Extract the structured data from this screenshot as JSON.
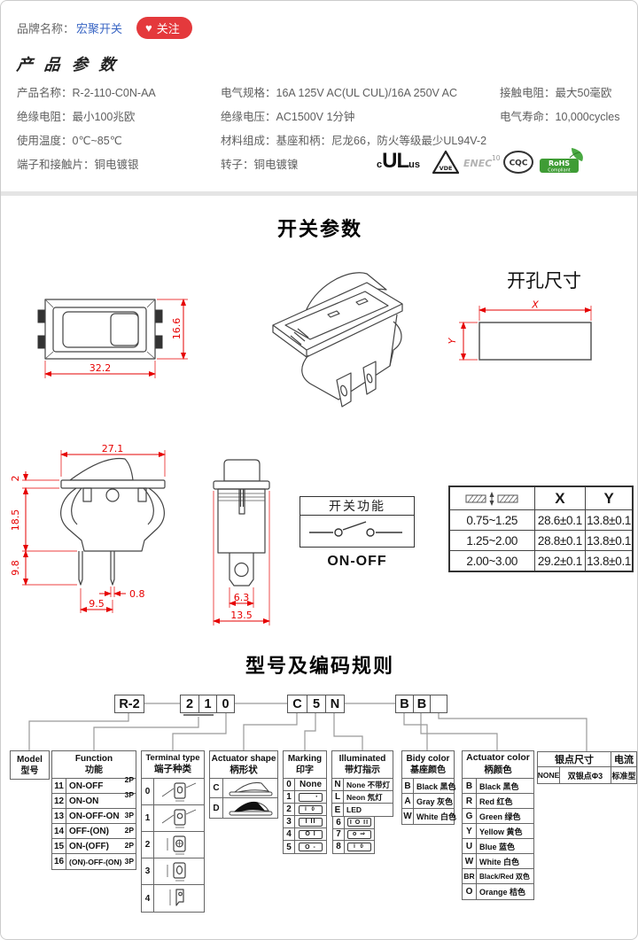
{
  "colors": {
    "accent_red": "#e4393c",
    "link_blue": "#3a66c4",
    "dimension_red": "#e60000",
    "rohs_green": "#3f9c35"
  },
  "header": {
    "brand_label": "品牌名称：",
    "brand_name": "宏聚开关",
    "follow_button": "关注",
    "heart_icon": "♥"
  },
  "product": {
    "section_title": "产品参数",
    "specs_col1": [
      "产品名称：R-2-110-C0N-AA",
      "绝缘电阻：最小100兆欧",
      "使用温度：0℃~85℃",
      "端子和接触片：铜电镀银"
    ],
    "specs_col2": [
      "电气规格：16A 125V AC(UL CUL)/16A 250V AC",
      "绝缘电压：AC1500V 1分钟",
      "材料组成：基座和柄：尼龙66，防火等级最少UL94V-2",
      "转子：铜电镀镍"
    ],
    "specs_col3": [
      "接触电阻：最大50毫欧",
      "电气寿命：10,000cycles"
    ],
    "certifications": {
      "ul_prefix": "c",
      "ul_mark": "UL",
      "ul_suffix": "us",
      "vde": "VDE",
      "enec": "ENEC",
      "enec_num": "10",
      "cqc": "CQC",
      "rohs_line1": "RoHS",
      "rohs_line2": "Compliant"
    }
  },
  "switch_params": {
    "section_title": "开关参数",
    "top_view": {
      "width": "32.2",
      "height": "16.6"
    },
    "hole": {
      "title": "开孔尺寸",
      "x": "X",
      "y": "Y"
    },
    "side_view": {
      "width": "27.1",
      "lip": "2",
      "body": "18.5",
      "pin_len": "9.8",
      "pin_w": "0.8",
      "pin_gap": "9.5"
    },
    "end_view": {
      "stem": "6.3",
      "flange": "13.5"
    },
    "function_box": {
      "title": "开关功能",
      "label": "ON-OFF"
    },
    "panel_table": {
      "col_x": "X",
      "col_y": "Y",
      "rows": [
        [
          "0.75~1.25",
          "28.6±0.1",
          "13.8±0.1"
        ],
        [
          "1.25~2.00",
          "28.8±0.1",
          "13.8±0.1"
        ],
        [
          "2.00~3.00",
          "29.2±0.1",
          "13.8±0.1"
        ]
      ]
    }
  },
  "coding": {
    "section_title": "型号及编码规则",
    "code": {
      "model": "R-2",
      "digits": [
        "2",
        "1",
        "0"
      ],
      "letters": [
        "C",
        "5",
        "N"
      ],
      "colors": [
        "B",
        "B",
        ""
      ]
    },
    "model_box": {
      "en": "Model",
      "cn": "型号"
    },
    "function": {
      "en": "Function",
      "cn": "功能",
      "rows": [
        {
          "code": "11",
          "label": "ON-OFF",
          "poles": "2P"
        },
        {
          "code": "12",
          "label": "ON-ON",
          "poles": "3P"
        },
        {
          "code": "13",
          "label": "ON-OFF-ON",
          "poles": "3P"
        },
        {
          "code": "14",
          "label": "OFF-(ON)",
          "poles": "2P"
        },
        {
          "code": "15",
          "label": "ON-(OFF)",
          "poles": "2P"
        },
        {
          "code": "16",
          "label": "(ON)-OFF-(ON)",
          "poles": "3P"
        }
      ]
    },
    "terminal": {
      "en": "Terminal type",
      "cn": "端子种类",
      "rows": [
        "0",
        "1",
        "2",
        "3",
        "4"
      ]
    },
    "actuator_shape": {
      "en": "Actuator shape",
      "cn": "柄形状",
      "rows": [
        "C",
        "D"
      ]
    },
    "marking": {
      "en": "Marking",
      "cn": "印字",
      "rows": [
        {
          "code": "0",
          "label": "None"
        },
        {
          "code": "1",
          "label": "·"
        },
        {
          "code": "2",
          "label": "I 0"
        },
        {
          "code": "3",
          "label": "I II"
        },
        {
          "code": "4",
          "label": "O I"
        },
        {
          "code": "5",
          "label": "O -"
        }
      ],
      "ext": [
        {
          "code": "6",
          "label": "I O II"
        },
        {
          "code": "7",
          "label": "o ⇒"
        },
        {
          "code": "8",
          "label": "I 0"
        }
      ]
    },
    "illuminated": {
      "en": "Illuminated",
      "cn": "带灯指示",
      "rows": [
        {
          "code": "N",
          "label": "None 不带灯"
        },
        {
          "code": "L",
          "label": "Neon 氖灯"
        },
        {
          "code": "E",
          "label": "LED"
        }
      ]
    },
    "body_color": {
      "en": "Bidy color",
      "cn": "基座颜色",
      "rows": [
        {
          "code": "B",
          "label": "Black 黑色"
        },
        {
          "code": "A",
          "label": "Gray 灰色"
        },
        {
          "code": "W",
          "label": "White 白色"
        }
      ]
    },
    "actuator_color": {
      "en": "Actuator color",
      "cn": "柄颜色",
      "rows": [
        {
          "code": "B",
          "label": "Black 黑色"
        },
        {
          "code": "R",
          "label": "Red 红色"
        },
        {
          "code": "G",
          "label": "Green 绿色"
        },
        {
          "code": "Y",
          "label": "Yellow 黄色"
        },
        {
          "code": "U",
          "label": "Blue 蓝色"
        },
        {
          "code": "W",
          "label": "White 白色"
        },
        {
          "code": "BR",
          "label": "Black/Red 双色"
        },
        {
          "code": "O",
          "label": "Orange 桔色"
        }
      ]
    },
    "silver": {
      "h_size": "银点尺寸",
      "h_current": "电流",
      "cell_none": "NONE",
      "cell_size": "双银点Φ3",
      "cell_current": "标准型"
    }
  }
}
